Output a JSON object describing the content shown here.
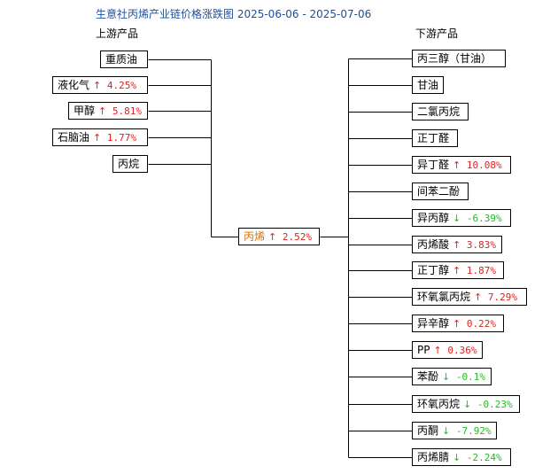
{
  "title": "生意社丙烯产业链价格涨跌图 2025-06-06 - 2025-07-06",
  "upstream_header": "上游产品",
  "downstream_header": "下游产品",
  "center": {
    "name": "丙烯",
    "arrow": "↑",
    "change": "2.52%",
    "direction": "up"
  },
  "upstream": [
    {
      "name": "重质油",
      "arrow": "",
      "change": "",
      "direction": "none"
    },
    {
      "name": "液化气",
      "arrow": "↑",
      "change": "4.25%",
      "direction": "up"
    },
    {
      "name": "甲醇",
      "arrow": "↑",
      "change": "5.81%",
      "direction": "up"
    },
    {
      "name": "石脑油",
      "arrow": "↑",
      "change": "1.77%",
      "direction": "up"
    },
    {
      "name": "丙烷",
      "arrow": "",
      "change": "",
      "direction": "none"
    }
  ],
  "downstream": [
    {
      "name": "丙三醇（甘油）",
      "arrow": "",
      "change": "",
      "direction": "none"
    },
    {
      "name": "甘油",
      "arrow": "",
      "change": "",
      "direction": "none"
    },
    {
      "name": "二氯丙烷",
      "arrow": "",
      "change": "",
      "direction": "none"
    },
    {
      "name": "正丁醛",
      "arrow": "",
      "change": "",
      "direction": "none"
    },
    {
      "name": "异丁醛",
      "arrow": "↑",
      "change": "10.08%",
      "direction": "up"
    },
    {
      "name": "间苯二酚",
      "arrow": "",
      "change": "",
      "direction": "none"
    },
    {
      "name": "异丙醇",
      "arrow": "↓",
      "change": "-6.39%",
      "direction": "down"
    },
    {
      "name": "丙烯酸",
      "arrow": "↑",
      "change": "3.83%",
      "direction": "up"
    },
    {
      "name": "正丁醇",
      "arrow": "↑",
      "change": "1.87%",
      "direction": "up"
    },
    {
      "name": "环氧氯丙烷",
      "arrow": "↑",
      "change": "7.29%",
      "direction": "up"
    },
    {
      "name": "异辛醇",
      "arrow": "↑",
      "change": "0.22%",
      "direction": "up"
    },
    {
      "name": "PP",
      "arrow": "↑",
      "change": "0.36%",
      "direction": "up"
    },
    {
      "name": "苯酚",
      "arrow": "↓",
      "change": "-0.1%",
      "direction": "down"
    },
    {
      "name": "环氧丙烷",
      "arrow": "↓",
      "change": "-0.23%",
      "direction": "down"
    },
    {
      "name": "丙酮",
      "arrow": "↓",
      "change": "-7.92%",
      "direction": "down"
    },
    {
      "name": "丙烯腈",
      "arrow": "↓",
      "change": "-2.24%",
      "direction": "down"
    }
  ]
}
